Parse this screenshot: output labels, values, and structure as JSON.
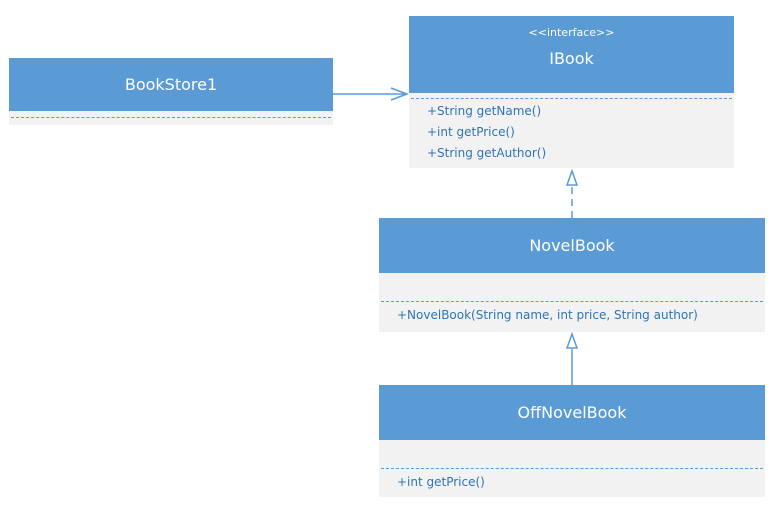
{
  "classes": {
    "bookstore": {
      "name": "BookStore1"
    },
    "ibook": {
      "stereotype": "<<interface>>",
      "name": "IBook",
      "operations": [
        "+String getName()",
        "+int getPrice()",
        "+String getAuthor()"
      ]
    },
    "novelbook": {
      "name": "NovelBook",
      "operations": [
        "+NovelBook(String name, int price, String author)"
      ]
    },
    "offnovelbook": {
      "name": "OffNovelBook",
      "operations": [
        "+int getPrice()"
      ]
    }
  },
  "relations": [
    {
      "from": "BookStore1",
      "to": "IBook",
      "kind": "association"
    },
    {
      "from": "NovelBook",
      "to": "IBook",
      "kind": "realization"
    },
    {
      "from": "OffNovelBook",
      "to": "NovelBook",
      "kind": "generalization"
    }
  ],
  "colors": {
    "header": "#5b9bd5",
    "body": "#f2f2f2",
    "text": "#2e75b6",
    "header_text": "#ffffff"
  }
}
